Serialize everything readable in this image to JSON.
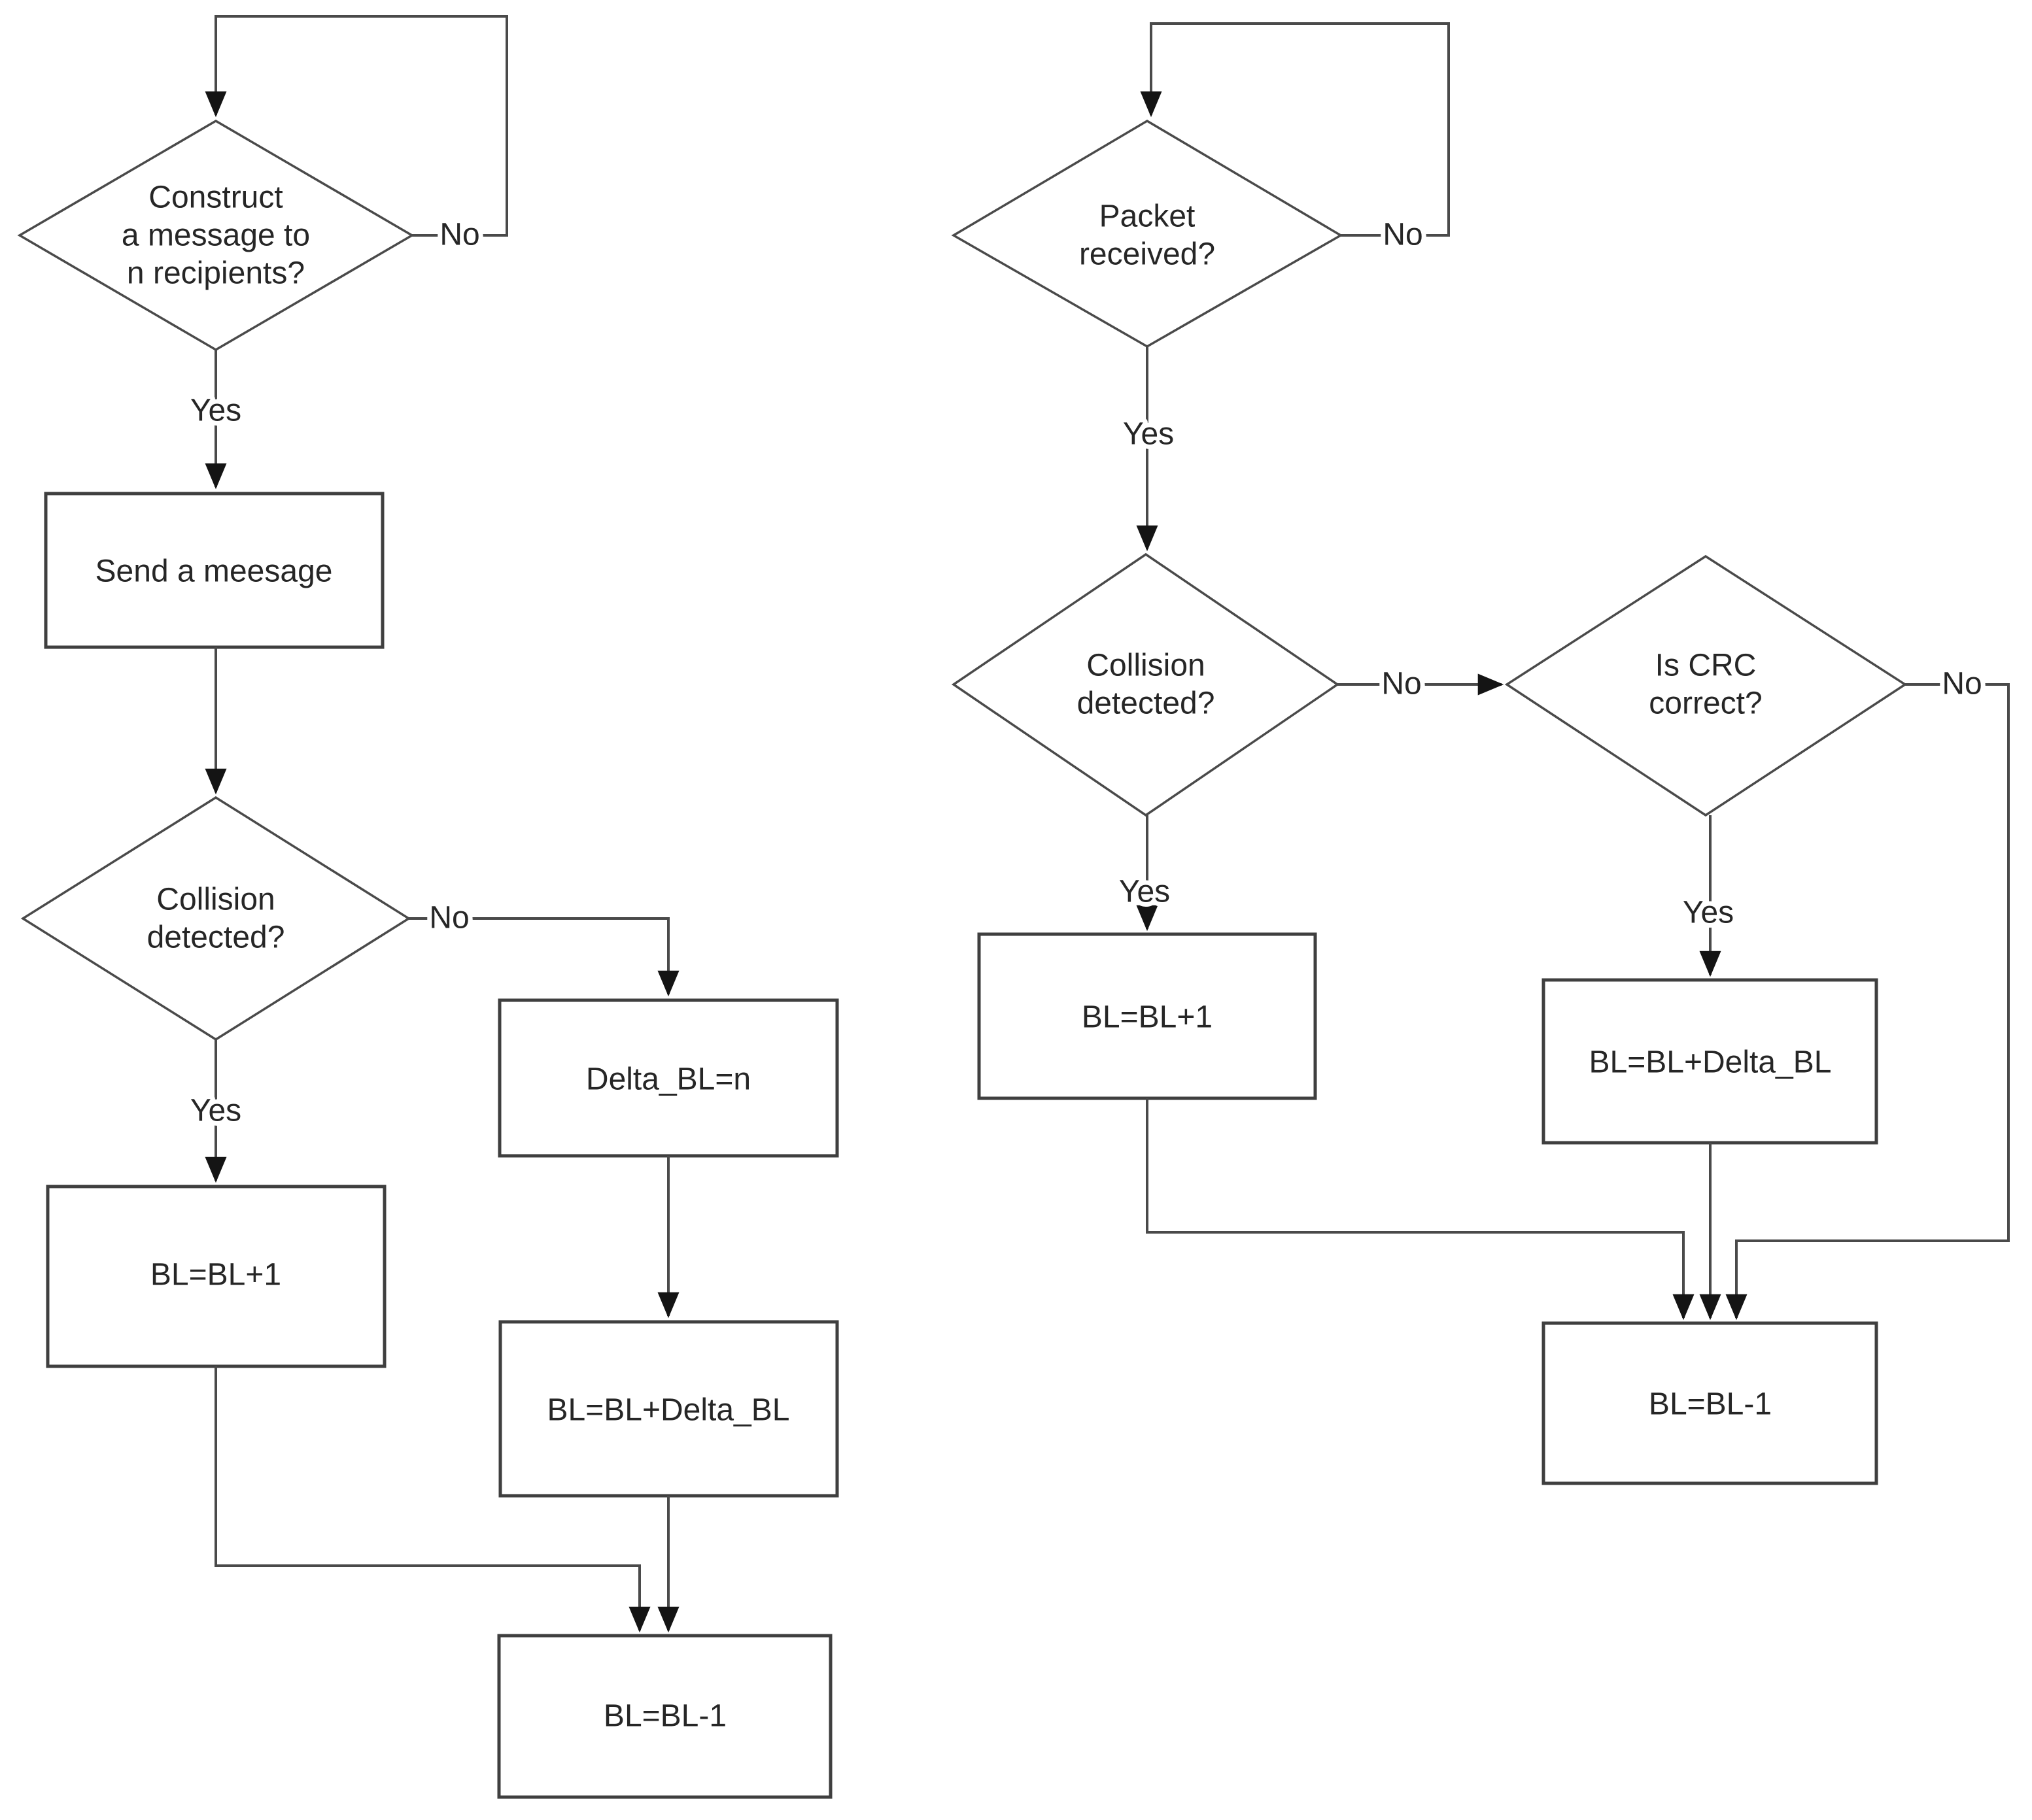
{
  "left_flow": {
    "d1_line1": "Construct",
    "d1_line2": "a message to",
    "d1_line3": "n recipients?",
    "d1_no": "No",
    "d1_yes": "Yes",
    "box_send": "Send a meesage",
    "d2_line1": "Collision",
    "d2_line2": "detected?",
    "d2_no": "No",
    "d2_yes": "Yes",
    "box_increment": "BL=BL+1",
    "box_delta": "Delta_BL=n",
    "box_add_delta": "BL=BL+Delta_BL",
    "box_decrement": "BL=BL-1"
  },
  "right_flow": {
    "d1_line1": "Packet",
    "d1_line2": "received?",
    "d1_no": "No",
    "d1_yes": "Yes",
    "d2_line1": "Collision",
    "d2_line2": "detected?",
    "d2_no": "No",
    "d2_yes": "Yes",
    "d3_line1": "Is CRC",
    "d3_line2": "correct?",
    "d3_no": "No",
    "d3_yes": "Yes",
    "box_increment": "BL=BL+1",
    "box_add_delta": "BL=BL+Delta_BL",
    "box_decrement": "BL=BL-1"
  },
  "colors": {
    "connector": "#4a4a4a",
    "shape_border": "#3f3f3f",
    "text": "#262626",
    "arrowhead": "#141414",
    "background": "#ffffff"
  }
}
